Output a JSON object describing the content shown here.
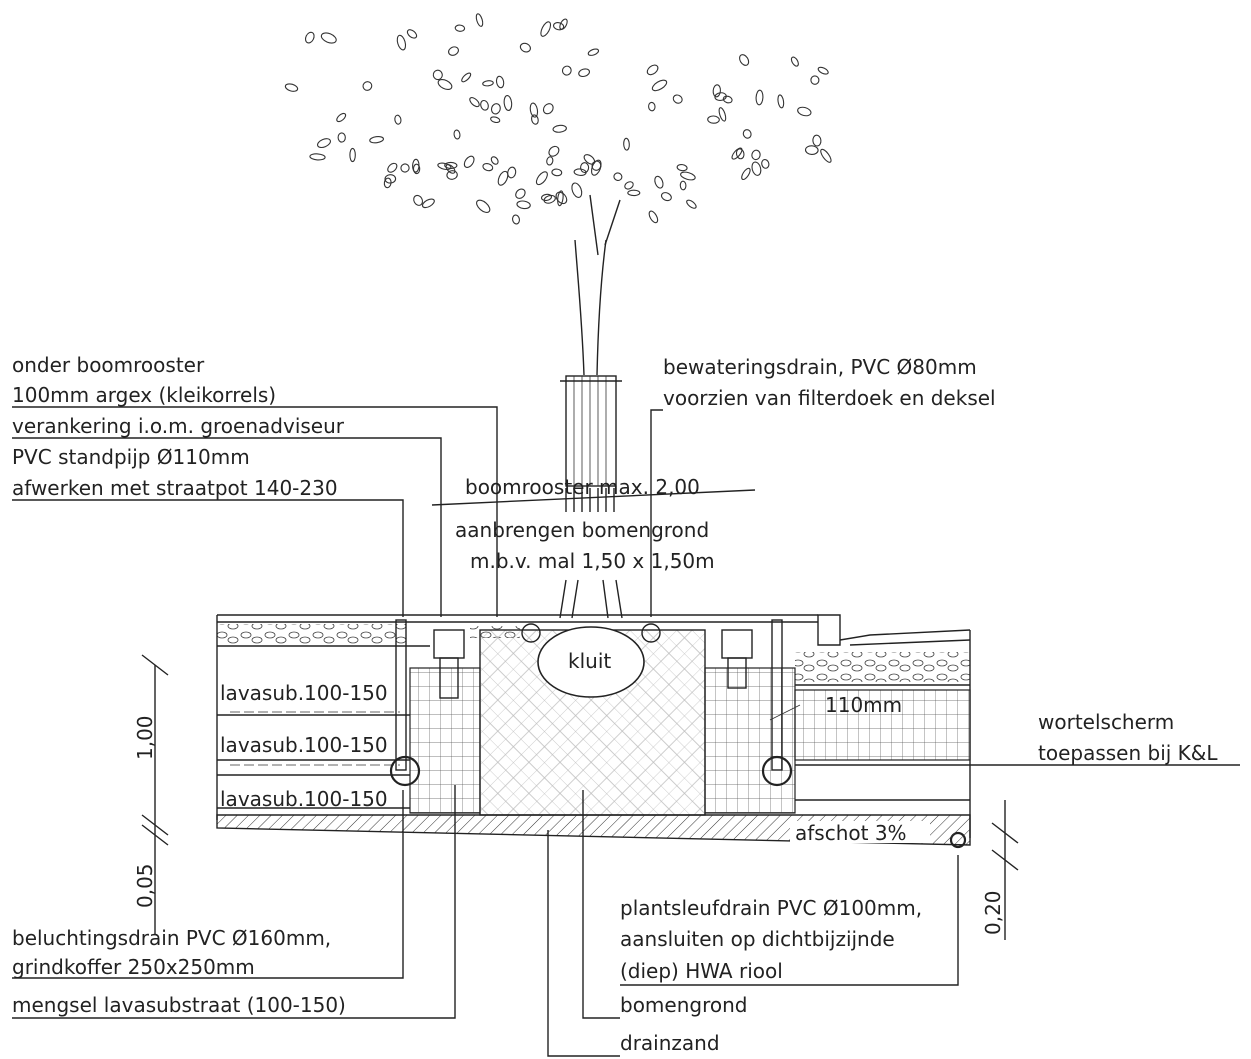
{
  "labels": {
    "onder_boomrooster": "onder boomrooster",
    "argex": "100mm argex (kleikorrels)",
    "verankering": "verankering i.o.m. groenadviseur",
    "standpijp": "PVC standpijp Ø110mm",
    "afwerken": "afwerken met straatpot 140-230",
    "bewateringsdrain": "bewateringsdrain, PVC Ø80mm",
    "filterdoek": "voorzien van filterdoek en deksel",
    "boomrooster_max": "boomrooster max. 2,00",
    "aanbrengen": "aanbrengen bomengrond",
    "mal": "m.b.v. mal 1,50 x 1,50m",
    "kluit": "kluit",
    "lava1": "lavasub.100-150",
    "lava2": "lavasub.100-150",
    "lava3": "lavasub.100-150",
    "mm110": "110mm",
    "afschot": "afschot 3%",
    "wortelscherm": "wortelscherm",
    "kl": "toepassen bij K&L",
    "dim_100": "1,00",
    "dim_005": "0,05",
    "dim_020": "0,20",
    "beluchting": "beluchtingsdrain PVC Ø160mm,",
    "grindkoffer": "grindkoffer 250x250mm",
    "mengsel": "mengsel lavasubstraat (100-150)",
    "plantsleuf": "plantsleufdrain PVC Ø100mm,",
    "aansluiten": "aansluiten op dichtbijzijnde",
    "hwa": "(diep) HWA riool",
    "bomengrond": "bomengrond",
    "drainzand": "drainzand"
  }
}
